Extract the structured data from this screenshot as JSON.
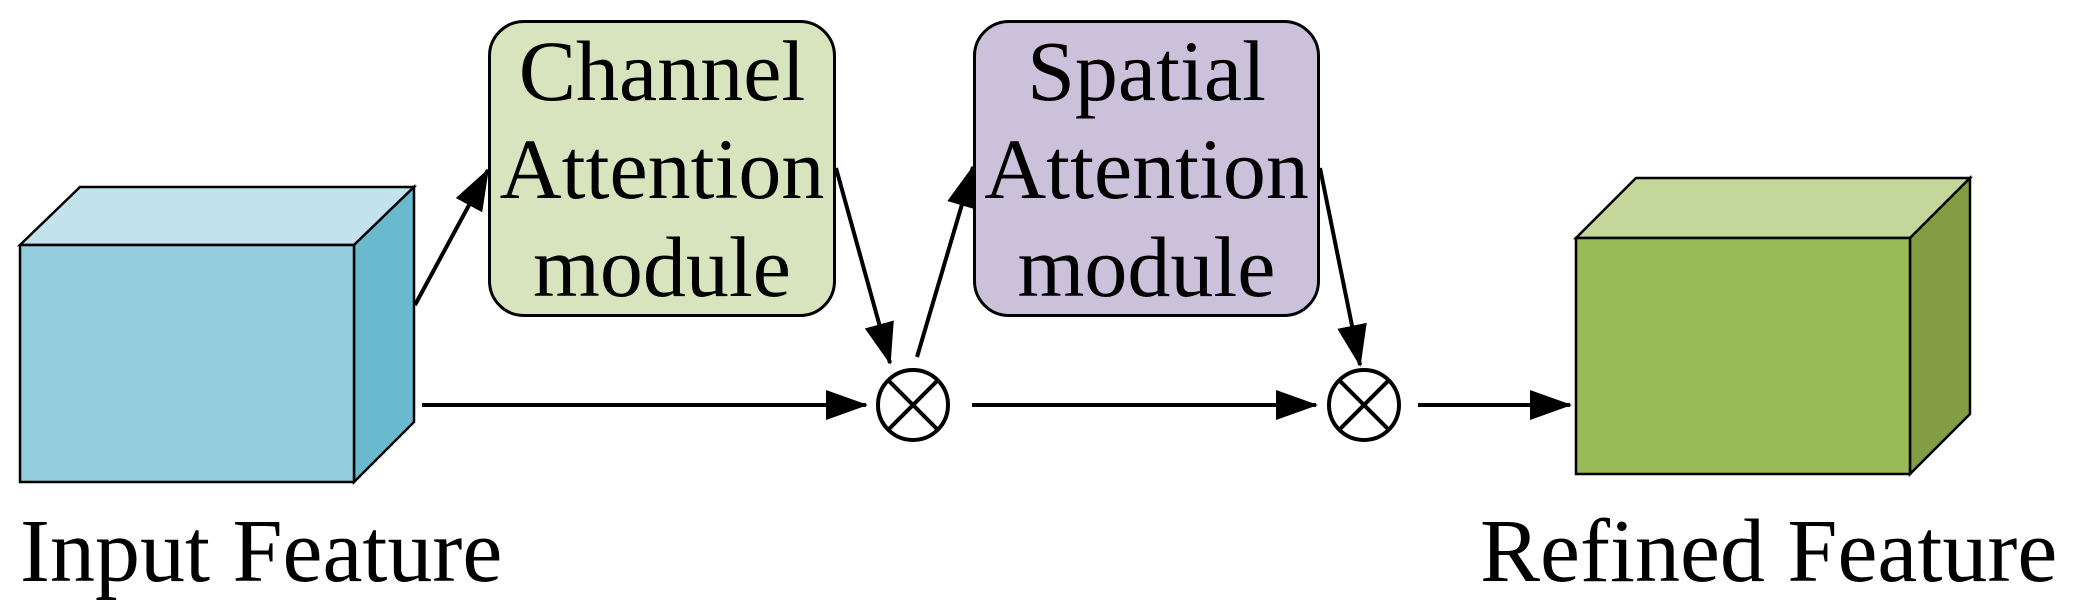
{
  "modules": {
    "channel": {
      "lines": [
        "Channel",
        "Attention",
        "module"
      ],
      "fill": "#d7e4bd"
    },
    "spatial": {
      "lines": [
        "Spatial",
        "Attention",
        "module"
      ],
      "fill": "#ccc1da"
    }
  },
  "captions": {
    "input": "Input Feature",
    "refined": "Refined Feature"
  },
  "colors": {
    "input_front": "#93cddd",
    "input_top": "#c2e3ec",
    "input_side": "#6abacf",
    "refined_front": "#9bbb59",
    "refined_top": "#c4d79b",
    "refined_side": "#839d43",
    "stroke": "#000000"
  },
  "operators": [
    "multiply-symbol",
    "multiply-symbol"
  ]
}
